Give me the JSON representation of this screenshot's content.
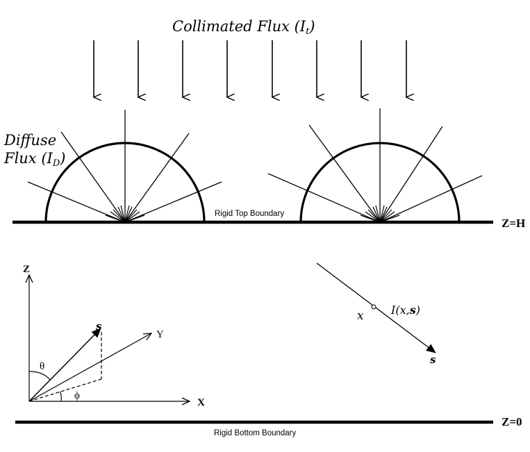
{
  "collimated": {
    "label_main": "Collimated Flux (I",
    "label_sub": "t",
    "label_end": ")"
  },
  "diffuse": {
    "line1": "Diffuse",
    "line2_main": "Flux (I",
    "line2_sub": "D",
    "line2_end": ")"
  },
  "top_boundary": {
    "label": "Rigid Top Boundary",
    "z_label": "Z=H"
  },
  "bottom_boundary": {
    "label": "Rigid Bottom Boundary",
    "z_label": "Z=0"
  },
  "axes": {
    "z": "Z",
    "y": "Y",
    "x": "X",
    "s": "s",
    "theta": "θ",
    "phi": "ϕ"
  },
  "ray": {
    "x_label": "x",
    "intensity_prefix": "I(",
    "intensity_x": "x",
    "intensity_comma": ",",
    "intensity_s": "s",
    "intensity_suffix": ")",
    "s_label": "s"
  },
  "colors": {
    "ink": "#000000",
    "background": "#ffffff"
  }
}
